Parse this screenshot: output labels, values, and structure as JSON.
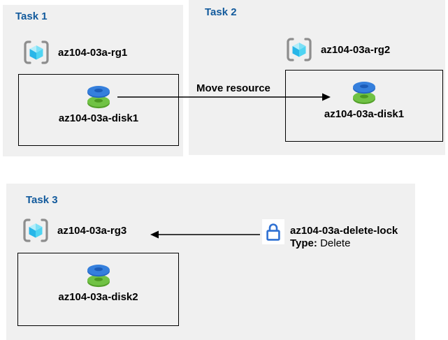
{
  "diagram": {
    "tasks": [
      {
        "title": "Task 1",
        "rg": "az104-03a-rg1",
        "resource": "az104-03a-disk1"
      },
      {
        "title": "Task 2",
        "rg": "az104-03a-rg2",
        "resource": "az104-03a-disk1"
      },
      {
        "title": "Task 3",
        "rg": "az104-03a-rg3",
        "resource": "az104-03a-disk2"
      }
    ],
    "move_arrow_label": "Move resource",
    "lock": {
      "name": "az104-03a-delete-lock",
      "type_label": "Type:",
      "type_value": "Delete"
    },
    "colors": {
      "panel_bg": "#f0f0f0",
      "title_blue": "#125a9c",
      "text_black": "#000000",
      "arrow_black": "#000000",
      "box_border": "#000000",
      "lock_blue": "#2e70d2",
      "disk_blue_top": "#357fdc",
      "disk_blue_side": "#2466c4",
      "disk_blue_hole": "#1c5cb8",
      "disk_green_top": "#70c244",
      "disk_green_side": "#53a02a",
      "disk_green_hole": "#4c9822",
      "rg_bracket_gray": "#8d8d8d",
      "rg_cube_top_left": "#b4eefa",
      "rg_cube_top_right": "#7ce0f6",
      "rg_cube_left": "#28b6e8",
      "rg_cube_right": "#4fd4f2"
    }
  }
}
